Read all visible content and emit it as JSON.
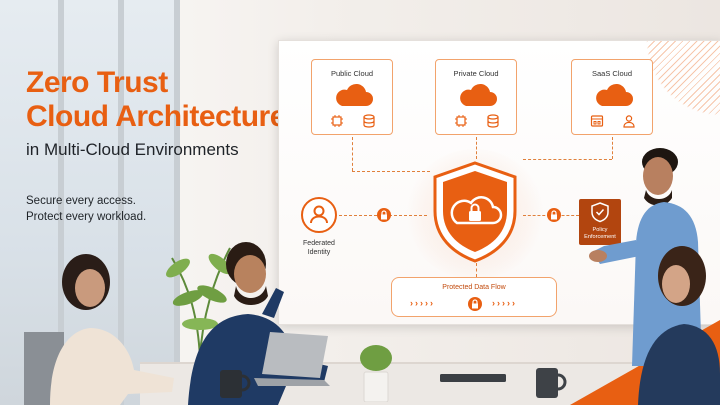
{
  "headline": {
    "line1": "Zero Trust",
    "line2": "Cloud Architecture",
    "line3": "in Multi-Cloud Environments"
  },
  "tagline": {
    "line1": "Secure every access.",
    "line2": "Protect every workload."
  },
  "diagram": {
    "clouds": [
      {
        "label": "Public Cloud",
        "icons": [
          "chip-icon",
          "database-icon"
        ]
      },
      {
        "label": "Private Cloud",
        "icons": [
          "chip-icon",
          "database-icon"
        ]
      },
      {
        "label": "SaaS Cloud",
        "icons": [
          "browser-window-icon",
          "user-icon"
        ]
      }
    ],
    "identity_label_1": "Federated",
    "identity_label_2": "Identity",
    "policy_label_1": "Policy",
    "policy_label_2": "Enforcement",
    "flow_label": "Protected Data Flow"
  },
  "colors": {
    "accent": "#e85f12",
    "accent_dark": "#b2450f",
    "text": "#1f2328"
  }
}
